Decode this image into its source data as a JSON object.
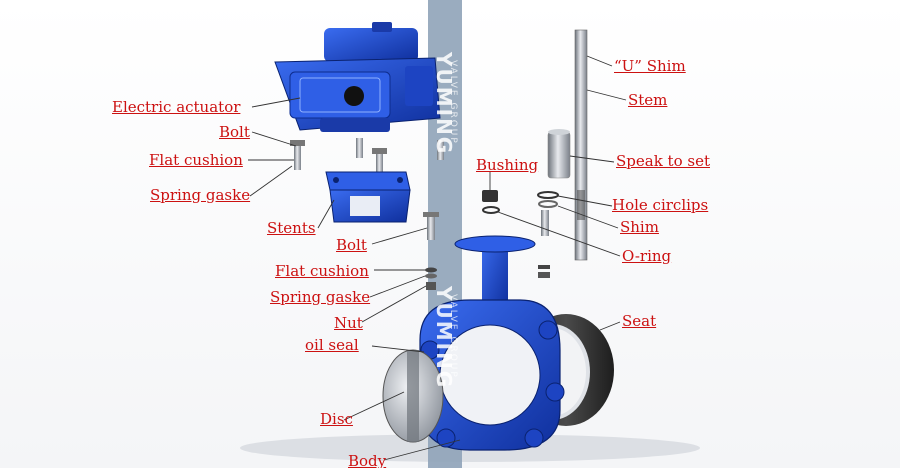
{
  "watermark": {
    "brand": "YUMING",
    "sub": "VALVE GROUP"
  },
  "labels": {
    "electric_actuator": "Electric actuator",
    "bolt_top": "Bolt",
    "flat_cushion_top": "Flat cushion",
    "spring_gaske_top": "Spring gaske",
    "stents": "Stents",
    "bolt_mid": "Bolt",
    "flat_cushion_mid": "Flat cushion",
    "spring_gaske_mid": "Spring gaske",
    "nut": "Nut",
    "oil_seal": "oil seal",
    "disc": "Disc",
    "body": "Body",
    "bushing": "Bushing",
    "u_shim": "“U” Shim",
    "stem": "Stem",
    "speak_to_set": "Speak to set",
    "hole_circlips": "Hole circlips",
    "shim": "Shim",
    "o_ring": "O-ring",
    "seat": "Seat"
  },
  "colors": {
    "label": "#cc1111",
    "valve_blue": "#1f4fd6",
    "steel": "#9aa0a8",
    "band": "#8fa3b8"
  }
}
